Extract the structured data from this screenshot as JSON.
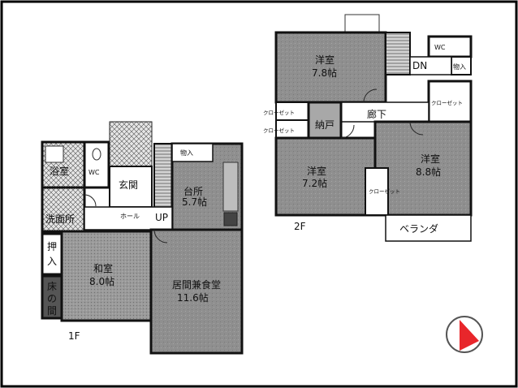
{
  "floor1": {
    "label": "1F",
    "rooms": {
      "bath": "浴室",
      "wc": "WC",
      "entrance": "玄関",
      "kitchen_name": "台所",
      "kitchen_size": "5.7帖",
      "storage": "物入",
      "hall": "ホール",
      "up": "UP",
      "washroom": "洗面所",
      "oshiire_1": "押",
      "oshiire_2": "入",
      "washitsu_name": "和室",
      "washitsu_size": "8.0帖",
      "tokonoma_1": "床",
      "tokonoma_2": "の",
      "tokonoma_3": "間",
      "living_name": "居間兼食堂",
      "living_size": "11.6帖"
    }
  },
  "floor2": {
    "label": "2F",
    "rooms": {
      "western_a_name": "洋室",
      "western_a_size": "7.8帖",
      "wc": "WC",
      "storage": "物入",
      "dn": "DN",
      "closet_a": "クローゼット",
      "closet_b": "クローゼット",
      "closet_c": "クローゼット",
      "closet_d": "クローゼット",
      "nando": "納戸",
      "corridor": "廊下",
      "western_b_name": "洋室",
      "western_b_size": "7.2帖",
      "western_c_name": "洋室",
      "western_c_size": "8.8帖",
      "balcony": "ベランダ"
    }
  },
  "colors": {
    "room_fill": "#8f8f8f",
    "wall": "#111111",
    "compass_arrow": "#e8262b"
  },
  "icons": {
    "compass": "north-compass-icon"
  }
}
